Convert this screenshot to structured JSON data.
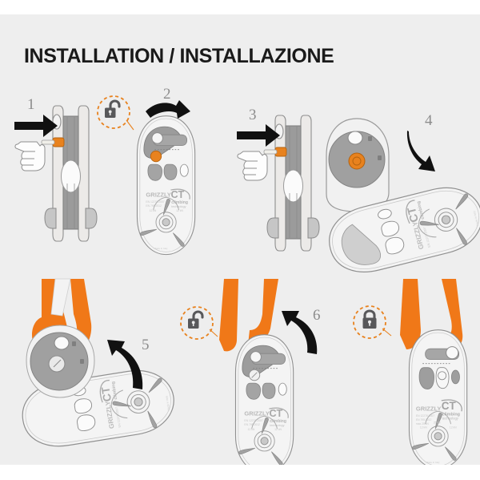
{
  "page": {
    "title": "INSTALLATION / INSTALLAZIONE",
    "background_color": "#eeeeee",
    "page_color": "#ffffff",
    "accent_orange": "#F07818",
    "device_gray": "#9a9a9a",
    "body_light": "#f2f2f2",
    "line_color": "#8a8a8a",
    "arrow_color": "#111111",
    "number_color": "#8c8c8c"
  },
  "product": {
    "model_name": "GRIZZLY",
    "brand_mark": "CT",
    "brand_line1": "climbing",
    "brand_line2": "technology",
    "made_in": "Made in Italy",
    "spec_line1": "EN 12278:2007",
    "spec_line2": "EN 795:2012",
    "spec_line3": "max 25 kN",
    "load_left": "12 kN",
    "load_right": "12 kN",
    "load_center": "25 kN"
  },
  "steps": [
    {
      "id": "step-1",
      "number": "1",
      "view": "edge-on pulley, push axle pin",
      "arrow": "straight-right-arrow",
      "hand": "pointing-hand",
      "lock_state": "unlocked",
      "lock_icon": "padlock-open-icon"
    },
    {
      "id": "step-2",
      "number": "2",
      "view": "face-on pulley, rotate side plate",
      "arrow": "curved-right-arrow",
      "lock_state": "unlocked",
      "lock_icon": null
    },
    {
      "id": "step-3",
      "number": "3",
      "view": "edge-on pulley, push axle pin",
      "arrow": "straight-right-arrow",
      "hand": "pointing-hand",
      "lock_state": "unlocked",
      "lock_icon": null
    },
    {
      "id": "step-4",
      "number": "4",
      "view": "pulley opened, side plate swung down",
      "arrow": "curved-down-arrow",
      "lock_state": "open",
      "lock_icon": null
    },
    {
      "id": "step-5",
      "number": "5",
      "view": "orange sling installed over sheave",
      "arrow": "curved-up-left-arrow",
      "lock_state": "open",
      "lock_icon": null
    },
    {
      "id": "step-6",
      "number": "6",
      "view": "side plate closing over sling",
      "arrow": "curved-up-left-arrow",
      "lock_state": "unlocked",
      "lock_icon": "padlock-open-icon"
    },
    {
      "id": "step-7",
      "number": "",
      "view": "pulley fully closed and locked",
      "arrow": null,
      "lock_state": "locked",
      "lock_icon": "padlock-closed-icon"
    }
  ]
}
